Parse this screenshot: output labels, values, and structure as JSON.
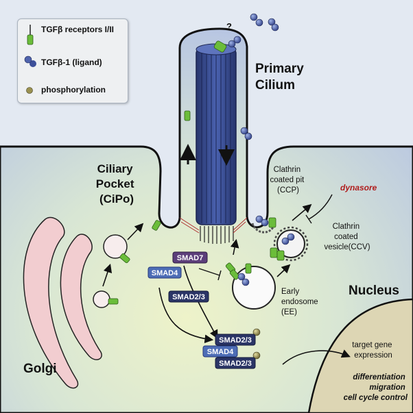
{
  "legend": {
    "receptor": "TGFβ receptors I/II",
    "ligand": "TGFβ-1 (ligand)",
    "phosphorylation": "phosphorylation"
  },
  "labels": {
    "question": "?",
    "primary_cilium": "Primary Cilium",
    "ciliary_pocket": "Ciliary Pocket (CiPo)",
    "clathrin_pit": "Clathrin coated pit (CCP)",
    "dynasore": "dynasore",
    "clathrin_vesicle": "Clathrin coated vesicle(CCV)",
    "early_endosome": "Early endosome (EE)",
    "nucleus": "Nucleus",
    "golgi": "Golgi",
    "target_gene": "target gene expression",
    "outcomes": "differentiation migration cell cycle control"
  },
  "smad": {
    "smad7": "SMAD7",
    "smad4": "SMAD4",
    "smad23_a": "SMAD2/3",
    "smad23_b": "SMAD2/3",
    "smad4_b": "SMAD4",
    "smad23_c": "SMAD2/3"
  },
  "colors": {
    "cilium": "#3a4f8e",
    "receptor": "#6bbd3a",
    "ligand": "#3c4f9a",
    "golgi": "#f2cdd0",
    "nucleus": "#ddd6b4",
    "dynasore": "#b01c1c"
  }
}
